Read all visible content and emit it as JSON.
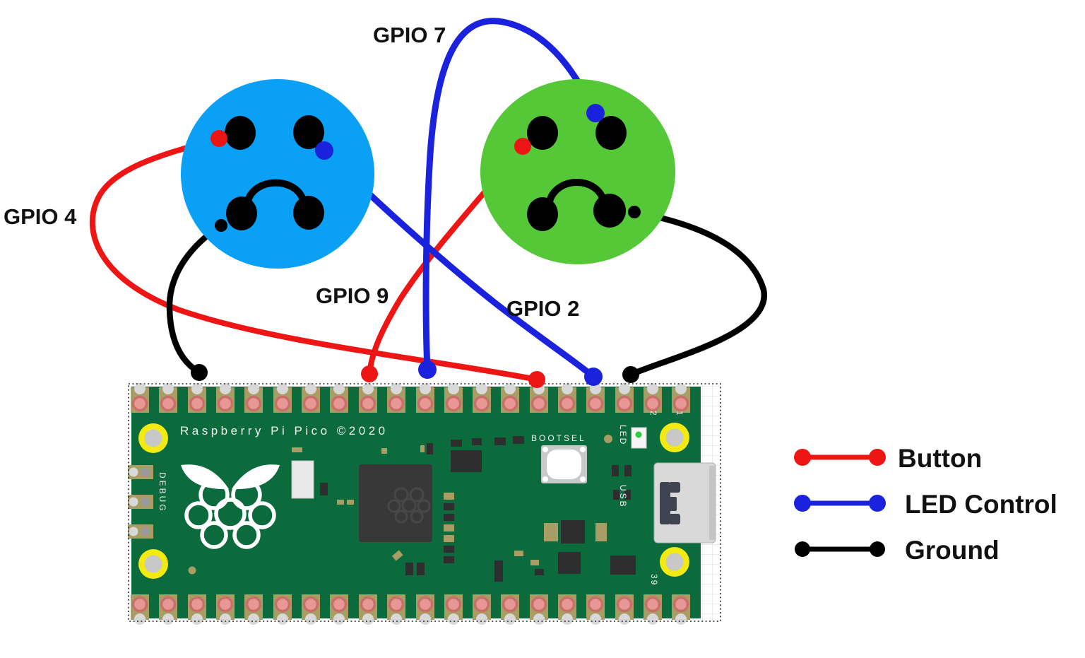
{
  "labels": {
    "gpio7": "GPIO 7",
    "gpio4": "GPIO 4",
    "gpio9": "GPIO 9",
    "gpio2": "GPIO 2"
  },
  "legend": {
    "items": [
      {
        "label": "Button",
        "color": "#ee1515"
      },
      {
        "label": "LED Control",
        "color": "#1b22dd"
      },
      {
        "label": "Ground",
        "color": "#000000"
      }
    ]
  },
  "board": {
    "silkscreen_title": "Raspberry Pi Pico ©2020",
    "bootsel_label": "BOOTSEL",
    "debug_label": "DEBUG",
    "led_label": "LED",
    "usb_label": "USB",
    "pin1_label": "1",
    "pin2_label": "2",
    "pin39_label": "39"
  },
  "wires": {
    "button_color": "#ee1515",
    "led_control_color": "#1b22dd",
    "ground_color": "#000000"
  },
  "buttons": {
    "left_color": "#09a0f6",
    "right_color": "#54c837"
  },
  "board_colors": {
    "pcb": "#0b6b3c",
    "pad_tan": "#a89d63",
    "hole_yellow": "#f2ea10",
    "pad_salmon": "#e89894"
  }
}
